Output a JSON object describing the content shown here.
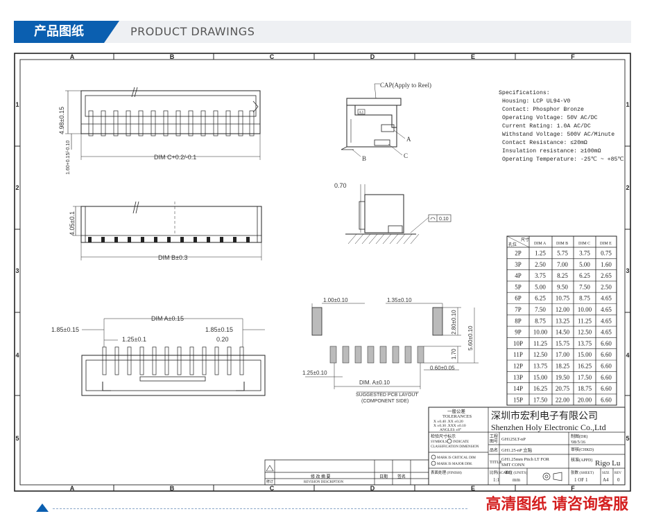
{
  "header": {
    "title_cn": "产品图纸",
    "title_en": "PRODUCT DRAWINGS"
  },
  "grid": {
    "columns": [
      "A",
      "B",
      "C",
      "D",
      "E",
      "F"
    ],
    "rows": [
      "1",
      "2",
      "3",
      "4",
      "5"
    ]
  },
  "views": {
    "top": {
      "dim_height": "4.98±0.15",
      "dim_tail": "1.60+0.15/-0.10",
      "dim_c": "DIM C+0.2/-0.1"
    },
    "front": {
      "dim_height": "4.05±0.1",
      "dim_b": "DIM B±0.3"
    },
    "bottom": {
      "dim_a": "DIM A±0.15",
      "left": "1.85±0.15",
      "right": "1.85±0.15",
      "pitch": "1.25±0.1",
      "pin": "0.20"
    },
    "side": {
      "cap": "CAP(Apply to Reel)",
      "label_a": "A",
      "label_b": "B",
      "label_c": "C",
      "mark": "A1"
    },
    "profile": {
      "dim": "0.70",
      "flatness": "0.10"
    },
    "pcb": {
      "top_left": "1.00±0.10",
      "top_right": "1.35±0.10",
      "pad_h": "2.80±0.10",
      "total_h": "5.60±0.10",
      "pad_small": "1.70",
      "pitch": "1.25±0.10",
      "pad_w": "0.60±0.05",
      "dim_a": "DIM. A±0.10",
      "caption1": "SUGGESTED PCB LAYOUT",
      "caption2": "(COMPONENT SIDE)"
    }
  },
  "specs": {
    "title": "Specifications:",
    "lines": [
      "Housing: LCP UL94-V0",
      "Contact: Phosphor Bronze",
      "Operating Voltage: 50V AC/DC",
      "Current Rating: 1.0A AC/DC",
      "Withstand Voltage: 500V AC/Minute",
      "Contact Resistance: ≤20mΩ",
      "Insulation resistance: ≥100mΩ",
      "Operating Temperature: -25℃ ~ +85℃"
    ]
  },
  "dim_table": {
    "corner_top": "尺寸",
    "corner_bottom": "孔位",
    "headers": [
      "DIM A",
      "DIM B",
      "DIM C",
      "DIM E"
    ],
    "rows": [
      [
        "2P",
        "1.25",
        "5.75",
        "3.75",
        "0.75"
      ],
      [
        "3P",
        "2.50",
        "7.00",
        "5.00",
        "1.60"
      ],
      [
        "4P",
        "3.75",
        "8.25",
        "6.25",
        "2.65"
      ],
      [
        "5P",
        "5.00",
        "9.50",
        "7.50",
        "2.50"
      ],
      [
        "6P",
        "6.25",
        "10.75",
        "8.75",
        "4.65"
      ],
      [
        "7P",
        "7.50",
        "12.00",
        "10.00",
        "4.65"
      ],
      [
        "8P",
        "8.75",
        "13.25",
        "11.25",
        "4.65"
      ],
      [
        "9P",
        "10.00",
        "14.50",
        "12.50",
        "4.65"
      ],
      [
        "10P",
        "11.25",
        "15.75",
        "13.75",
        "6.60"
      ],
      [
        "11P",
        "12.50",
        "17.00",
        "15.00",
        "6.60"
      ],
      [
        "12P",
        "13.75",
        "18.25",
        "16.25",
        "6.60"
      ],
      [
        "13P",
        "15.00",
        "19.50",
        "17.50",
        "6.60"
      ],
      [
        "14P",
        "16.25",
        "20.75",
        "18.75",
        "6.60"
      ],
      [
        "15P",
        "17.50",
        "22.00",
        "20.00",
        "6.60"
      ]
    ]
  },
  "title_block": {
    "tol_title": "一般公差",
    "tol_en": "TOLERANCES",
    "tol_1": "X ±0.40  .XX ±0.20",
    "tol_2": "X ±0.30  .XXX ±0.10",
    "tol_3": "ANGLES ±8°",
    "company_cn": "深圳市宏利电子有限公司",
    "company_en": "Shenzhen Holy Electronic Co.,Ltd",
    "check_title": "检验尺寸标示",
    "symbols": "SYMBOLS",
    "indicate": "INDICATE",
    "classification": "CLASSIFICATION  DIMENSION",
    "critical": "MARK IS CRITICAL DIM",
    "major": "MARK IS MAJOR DIM.",
    "project_label": "工程",
    "drawing_label": "图号",
    "project_value": "GH125LT-nP",
    "drawn_label": "制图(DR)",
    "drawn_date": "'08/5/16",
    "checked_label": "审核(CHKD)",
    "product_label": "品名",
    "product_value": "GH1.25-nP 立贴",
    "title_label": "TITLE",
    "title_value_1": "GH1.25mm Pitch LT FOR",
    "title_value_2": "SMT CONN",
    "approved_label": "核准(APPD)",
    "approved_value": "Rigo Lu",
    "finish_label": "表面处理 (FINISH)",
    "scale_label": "比例(SCALE)",
    "scale_value": "1:1",
    "units_label": "单位 (UNITS)",
    "units_value": "mm",
    "sheet_label": "张数 (SHEET)",
    "sheet_value": "1 OF 1",
    "size_label": "SIZE",
    "size_value": "A4",
    "rev_label": "REV",
    "rev_value": "0",
    "revision_label": "修  改  摘  要",
    "revision_en": "REVISION DESCRIPTION",
    "rev_date": "日期",
    "rev_sig": "签名",
    "rev_mark": "修订"
  },
  "footer": {
    "cta": "高清图纸 请咨询客服"
  }
}
